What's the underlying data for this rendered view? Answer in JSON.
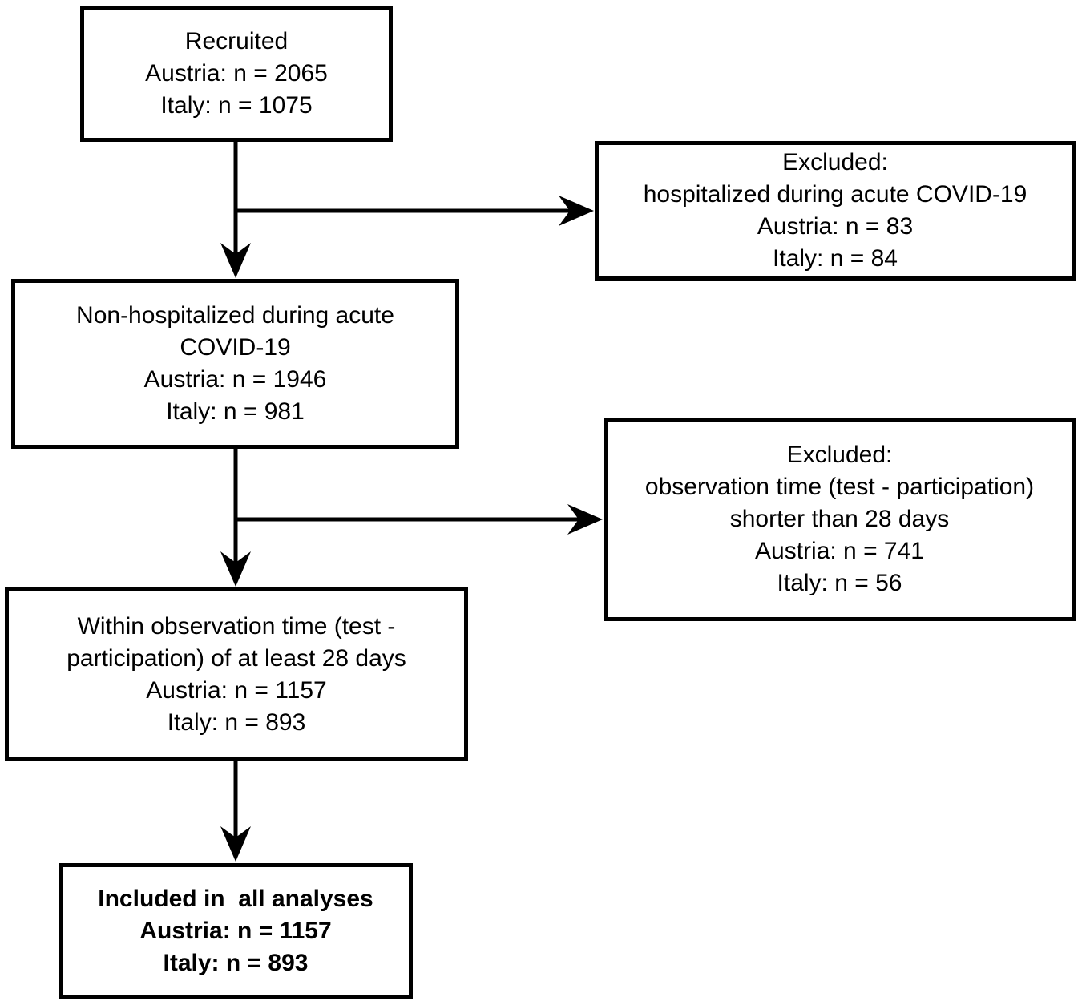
{
  "figure": {
    "kind": "study-flow-chart",
    "background_color": "#ffffff",
    "line_color": "#000000",
    "text_color": "#000000",
    "boxes": {
      "recruited": {
        "lines": [
          "Recruited",
          "Austria: n = 2065",
          "Italy: n = 1075"
        ],
        "bold": false
      },
      "excluded_hospitalized": {
        "lines": [
          "Excluded:",
          "hospitalized during acute COVID-19",
          "Austria: n = 83",
          "Italy: n = 84"
        ],
        "bold": false
      },
      "non_hospitalized": {
        "lines": [
          "Non-hospitalized during acute",
          "COVID-19",
          "Austria: n = 1946",
          "Italy: n = 981"
        ],
        "bold": false
      },
      "excluded_observation": {
        "lines": [
          "Excluded:",
          "observation time (test - participation)",
          "shorter than 28 days",
          "Austria: n = 741",
          "Italy: n = 56"
        ],
        "bold": false
      },
      "within_observation": {
        "lines": [
          "Within observation time (test -",
          "participation) of at least 28 days",
          "Austria: n = 1157",
          "Italy: n = 893"
        ],
        "bold": false
      },
      "included": {
        "lines": [
          "Included in  all analyses",
          "Austria: n = 1157",
          "Italy: n = 893"
        ],
        "bold": true
      }
    },
    "connectors": [
      {
        "from": "recruited",
        "to": "non_hospitalized",
        "direction": "down"
      },
      {
        "from": "recruited",
        "to": "excluded_hospitalized",
        "direction": "right"
      },
      {
        "from": "non_hospitalized",
        "to": "within_observation",
        "direction": "down"
      },
      {
        "from": "non_hospitalized",
        "to": "excluded_observation",
        "direction": "right"
      },
      {
        "from": "within_observation",
        "to": "included",
        "direction": "down"
      }
    ]
  }
}
